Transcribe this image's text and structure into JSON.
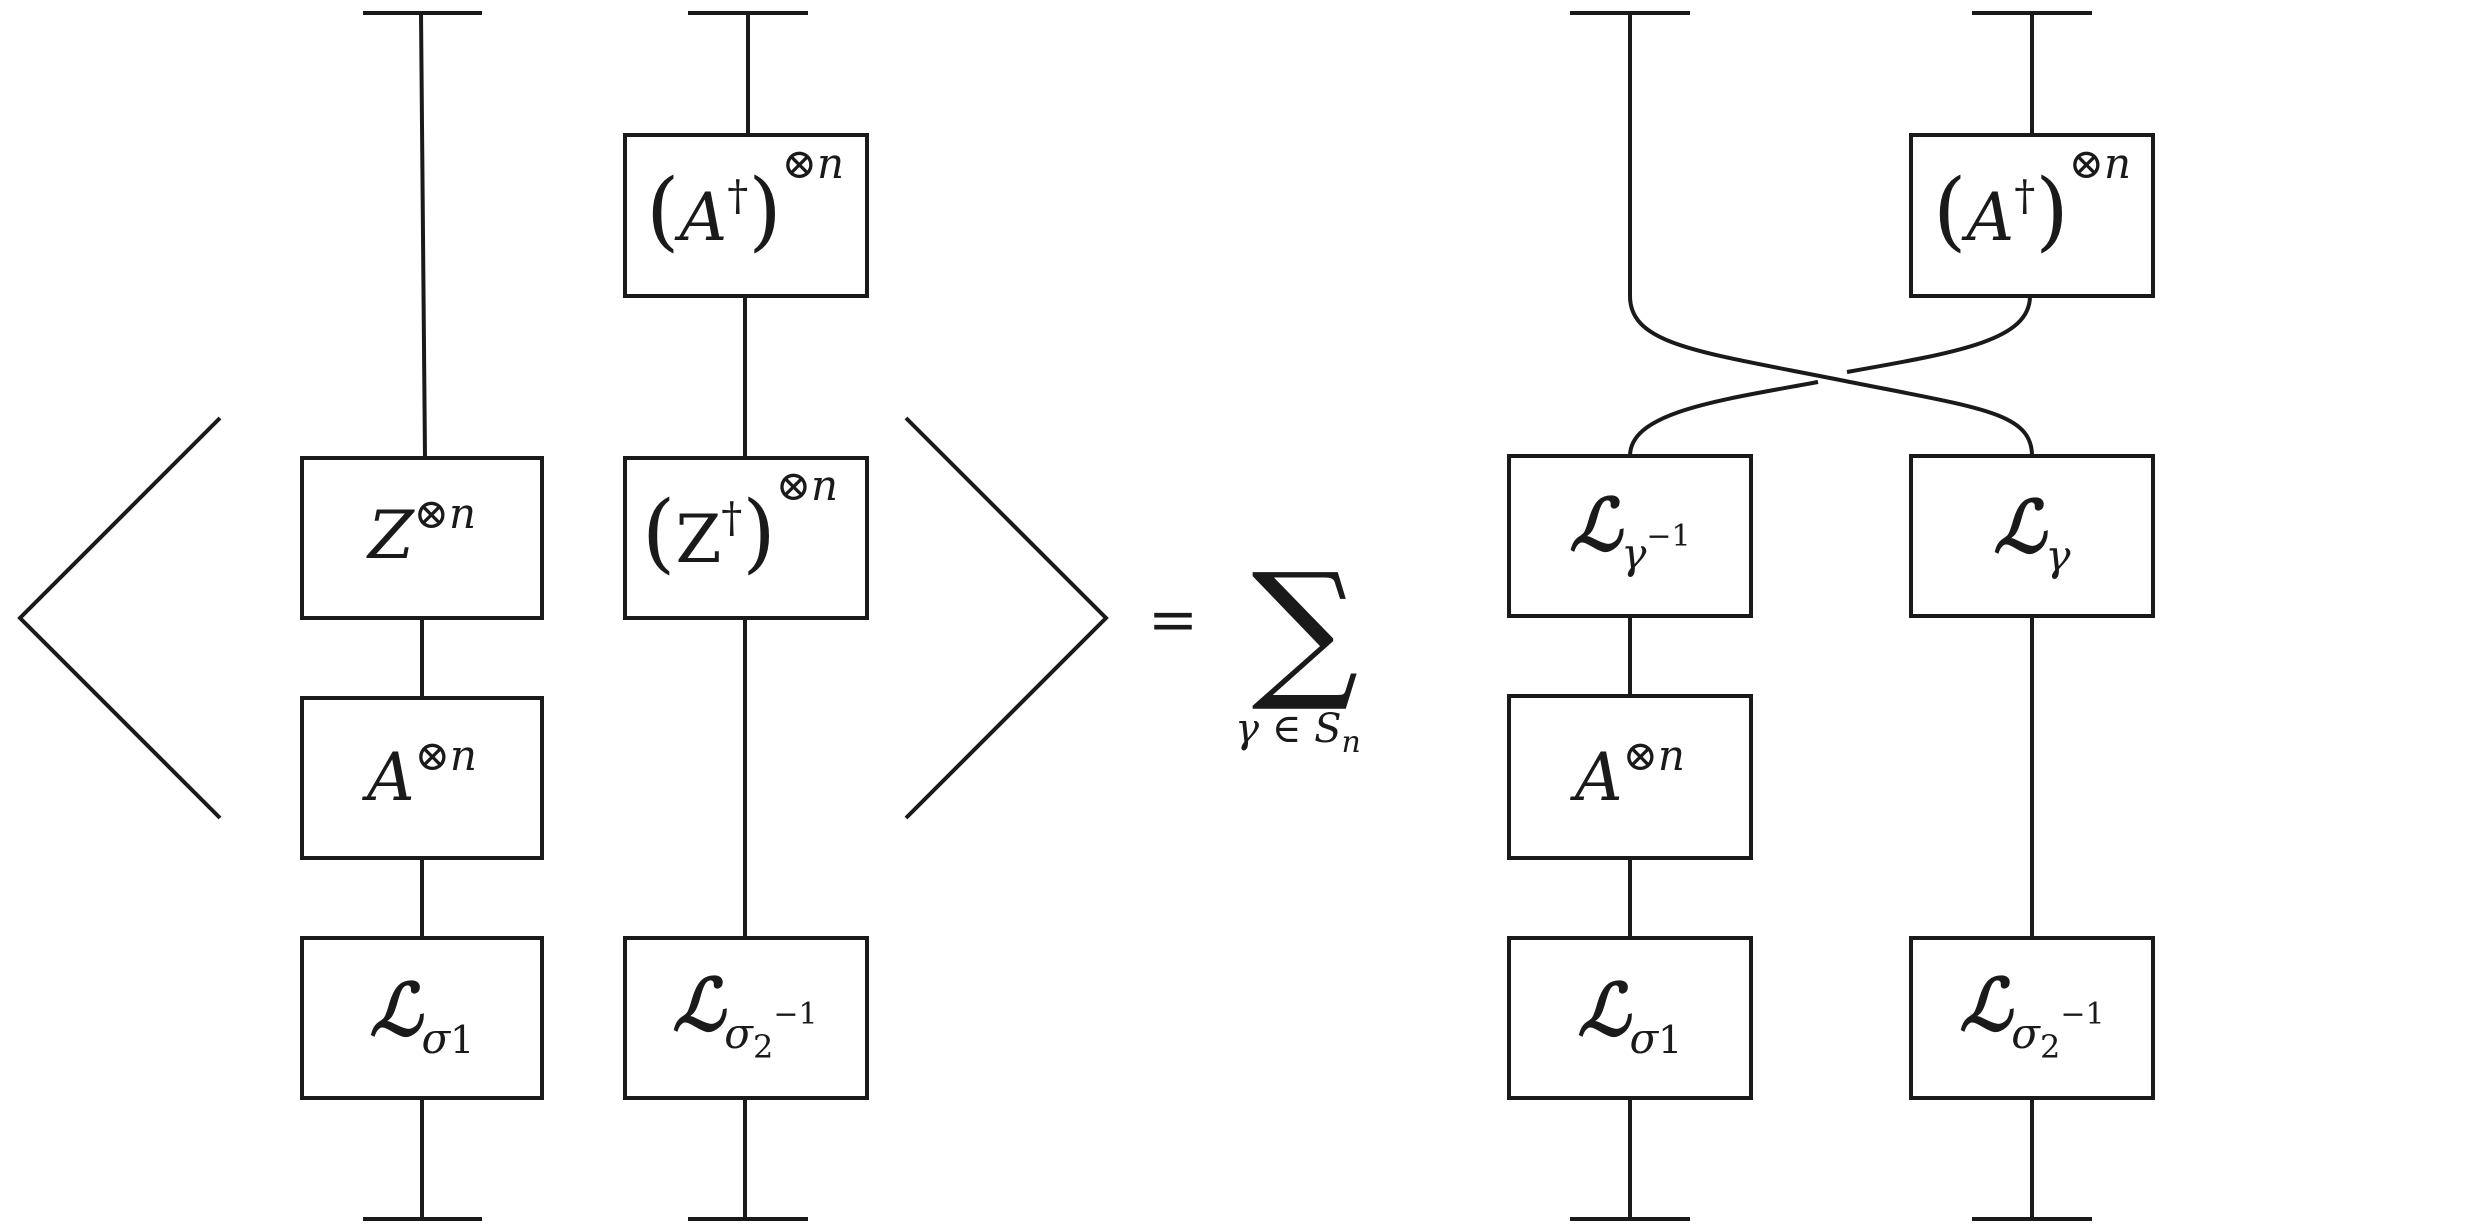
{
  "equation": {
    "equals_sign": "=",
    "sum_symbol": "∑",
    "sum_index": "γ ∈ S",
    "sum_index_sub": "n"
  },
  "left_diagram": {
    "left_column": {
      "box_top": {
        "base": "Z",
        "sup": "⊗n"
      },
      "box_middle": {
        "base": "A",
        "sup": "⊗n"
      },
      "box_bottom": {
        "script": "ℒ",
        "sub": "σ",
        "sub_index": "1"
      }
    },
    "right_column": {
      "box_adjoint_a": {
        "open": "(",
        "base": "A",
        "dagger": "†",
        "close": ")",
        "sup": "⊗n"
      },
      "box_adjoint_z": {
        "open": "(",
        "base": "Z",
        "dagger": "†",
        "close": ")",
        "sup": "⊗n"
      },
      "box_bottom": {
        "script": "ℒ",
        "sub": "σ",
        "sub_index": "2",
        "sub_sup": "−1"
      }
    }
  },
  "right_diagram": {
    "left_column": {
      "box_top": {
        "script": "ℒ",
        "sub": "γ",
        "sub_sup": "−1"
      },
      "box_middle": {
        "base": "A",
        "sup": "⊗n"
      },
      "box_bottom": {
        "script": "ℒ",
        "sub": "σ",
        "sub_index": "1"
      }
    },
    "right_column": {
      "box_adjoint_a": {
        "open": "(",
        "base": "A",
        "dagger": "†",
        "close": ")",
        "sup": "⊗n"
      },
      "box_top": {
        "script": "ℒ",
        "sub": "γ"
      },
      "box_bottom": {
        "script": "ℒ",
        "sub": "σ",
        "sub_index": "2",
        "sub_sup": "−1"
      }
    }
  }
}
